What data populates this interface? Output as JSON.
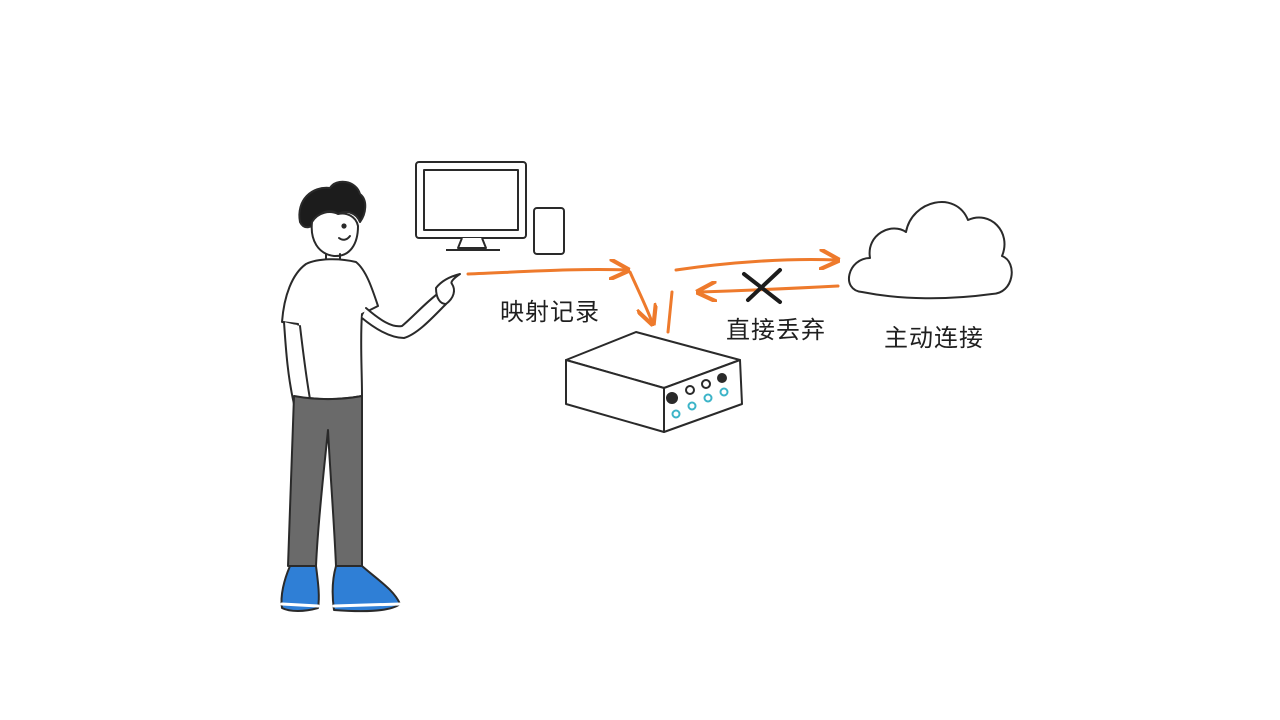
{
  "labels": {
    "mapping": "映射记录",
    "drop": "直接丢弃",
    "active": "主动连接"
  },
  "colors": {
    "arrow": "#ee7a2c",
    "ink": "#2a2a2a",
    "shoe": "#2f7fd6",
    "pants": "#6a6a6a",
    "port_led": "#3cb4c8"
  },
  "icons": [
    "person-figure",
    "desktop-computer-icon",
    "device-card-icon",
    "router-box-icon",
    "cloud-icon",
    "cross-mark-icon"
  ]
}
